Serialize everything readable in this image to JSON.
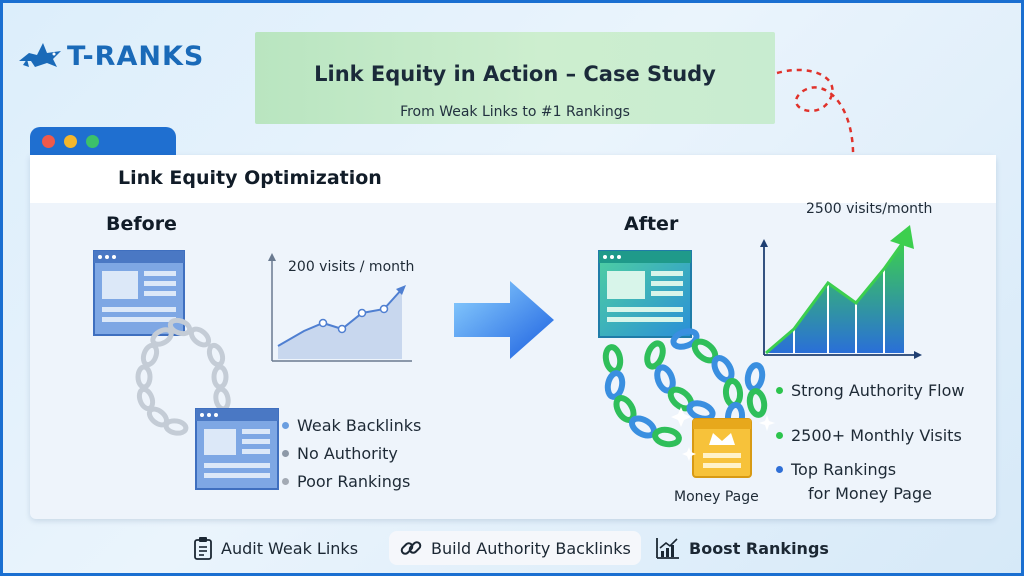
{
  "logo": {
    "text": "T-RANKS",
    "icon": "shark-icon"
  },
  "banner": {
    "title": "Link Equity in Action – Case Study",
    "subtitle": "From Weak Links to #1 Rankings"
  },
  "window": {
    "title": "Link Equity Optimization",
    "dot_colors": [
      "#ef5a4b",
      "#f5b62c",
      "#3cc16a"
    ]
  },
  "before": {
    "label": "Before",
    "chart_label": "200 visits / month",
    "bullets": [
      {
        "text": "Weak Backlinks",
        "color": "#6a9ee0"
      },
      {
        "text": "No Authority",
        "color": "#8d99a8"
      },
      {
        "text": "Poor Rankings",
        "color": "#a3aab4"
      }
    ]
  },
  "after": {
    "label": "After",
    "chart_label": "2500 visits/month",
    "money_page_label": "Money Page",
    "bullets": [
      {
        "text": "Strong Authority Flow",
        "color": "#2cc44d"
      },
      {
        "text": "2500+ Monthly Visits",
        "color": "#2cc44d"
      },
      {
        "text": "Top Rankings",
        "color": "#2f6fd6"
      },
      {
        "text": "for Money Page",
        "color": ""
      }
    ]
  },
  "footer": {
    "items": [
      {
        "text": "Audit Weak Links",
        "icon": "clipboard-icon"
      },
      {
        "text": "Build Authority Backlinks",
        "icon": "link-icon"
      },
      {
        "text": "Boost Rankings",
        "icon": "bar-chart-icon"
      }
    ]
  },
  "colors": {
    "brand": "#1a6ab8",
    "accent": "#1f6fd0",
    "green": "#2cc44d"
  }
}
